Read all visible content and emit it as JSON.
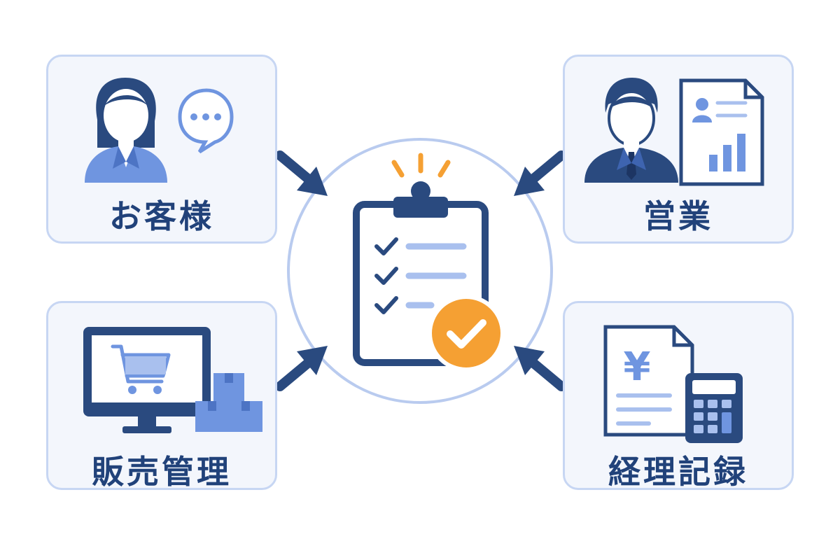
{
  "cards": {
    "customer": {
      "label": "お客様"
    },
    "sales": {
      "label": "営業"
    },
    "sales_management": {
      "label": "販売管理"
    },
    "accounting": {
      "label": "経理記録"
    }
  },
  "accounting_card": {
    "currency_symbol": "¥"
  },
  "colors": {
    "navy": "#2a4a7f",
    "mid_blue": "#6f95e0",
    "light_blue": "#a9c0ee",
    "card_bg": "#f3f6fc",
    "card_border": "#c7d6f3",
    "accent_orange": "#f5a033",
    "label_text": "#21427a"
  },
  "icons": [
    "customer-woman-icon",
    "speech-bubble-icon",
    "businessman-icon",
    "report-document-icon",
    "monitor-cart-icon",
    "boxes-icon",
    "yen-document-icon",
    "calculator-icon",
    "clipboard-checklist-icon",
    "check-badge-icon"
  ]
}
